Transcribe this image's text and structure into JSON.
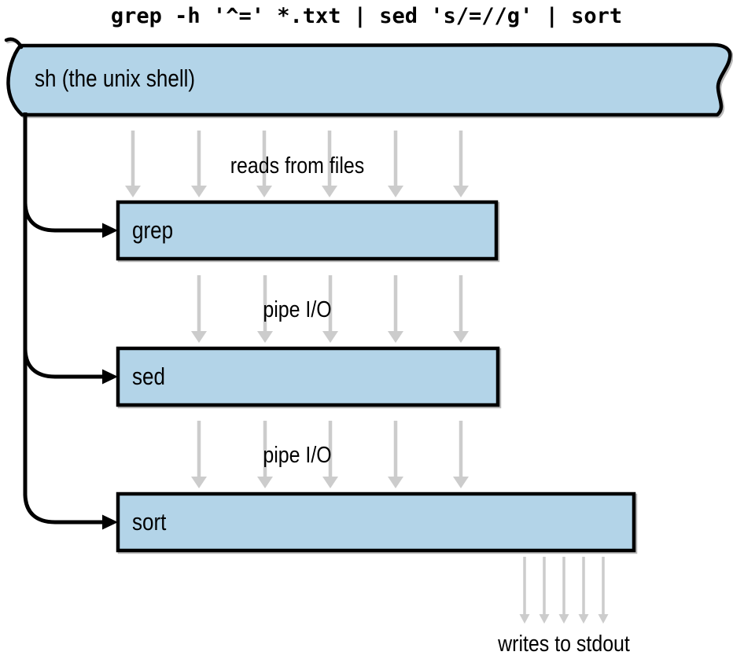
{
  "title": {
    "command": "grep -h '^=' *.txt | sed 's/=//g' | sort"
  },
  "shell": {
    "label": "sh (the unix shell)"
  },
  "processes": [
    {
      "id": "grep",
      "label": "grep"
    },
    {
      "id": "sed",
      "label": "sed"
    },
    {
      "id": "sort",
      "label": "sort"
    }
  ],
  "flows": [
    {
      "id": "reads-from-files",
      "label": "reads from files",
      "target": "grep",
      "arrow_count": 6
    },
    {
      "id": "pipe-io-grep-sed",
      "label": "pipe I/O",
      "target": "sed",
      "arrow_count": 5
    },
    {
      "id": "pipe-io-sed-sort",
      "label": "pipe I/O",
      "target": "sort",
      "arrow_count": 5
    },
    {
      "id": "writes-to-stdout",
      "label": "writes to stdout",
      "source": "sort",
      "arrow_count": 5
    }
  ],
  "colors": {
    "box_fill": "#b3d4e8",
    "outline": "#000000",
    "flow_arrow": "#cccccc",
    "text": "#000000"
  }
}
